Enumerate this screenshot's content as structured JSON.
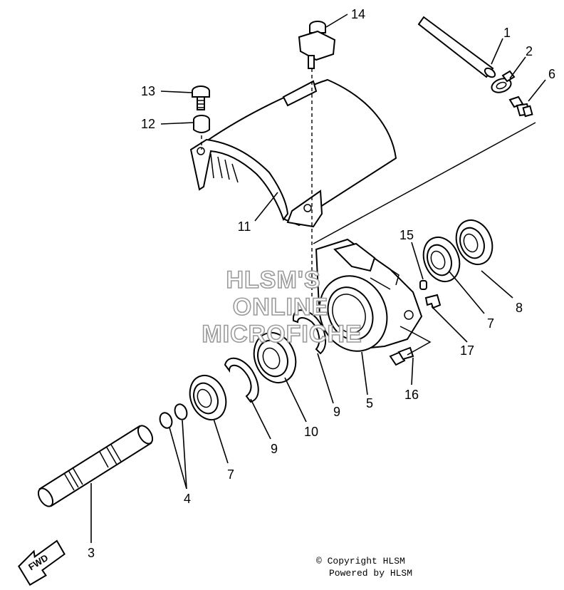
{
  "callouts": [
    {
      "id": "1",
      "label": "1"
    },
    {
      "id": "2",
      "label": "2"
    },
    {
      "id": "3",
      "label": "3"
    },
    {
      "id": "4",
      "label": "4"
    },
    {
      "id": "5",
      "label": "5"
    },
    {
      "id": "6",
      "label": "6"
    },
    {
      "id": "7a",
      "label": "7"
    },
    {
      "id": "7b",
      "label": "7"
    },
    {
      "id": "8",
      "label": "8"
    },
    {
      "id": "9a",
      "label": "9"
    },
    {
      "id": "9b",
      "label": "9"
    },
    {
      "id": "10",
      "label": "10"
    },
    {
      "id": "11",
      "label": "11"
    },
    {
      "id": "12",
      "label": "12"
    },
    {
      "id": "13",
      "label": "13"
    },
    {
      "id": "14",
      "label": "14"
    },
    {
      "id": "15",
      "label": "15"
    },
    {
      "id": "16",
      "label": "16"
    },
    {
      "id": "17",
      "label": "17"
    }
  ],
  "watermark": {
    "line1": "HLSM'S",
    "line2": "ONLINE",
    "line3": "MICROFICHE"
  },
  "fwd_arrow": {
    "label": "FWD"
  },
  "footer": {
    "copyright": "© Copyright HLSM",
    "powered": "Powered by HLSM"
  }
}
